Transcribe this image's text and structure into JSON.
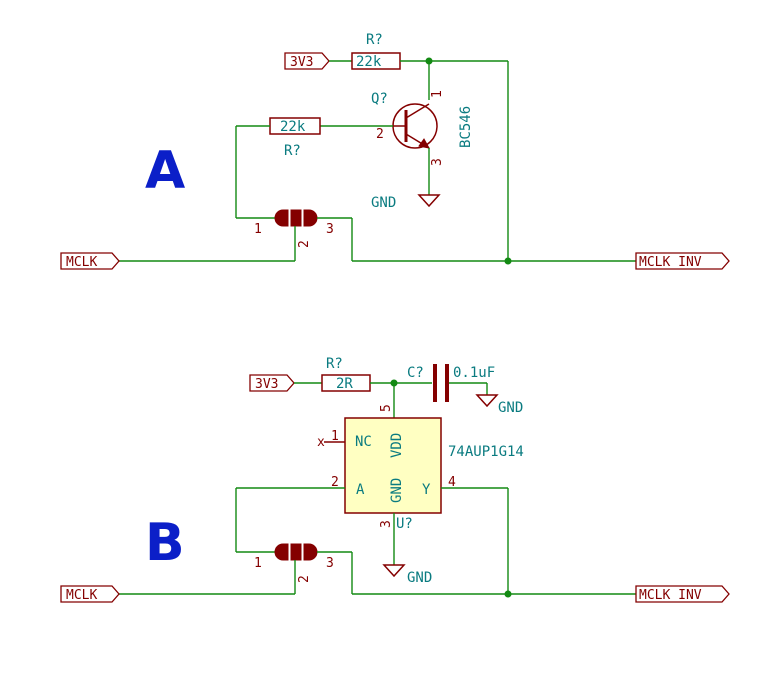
{
  "sections": {
    "a_label": "A",
    "b_label": "B"
  },
  "circuit_a": {
    "power_port": "3V3",
    "r_top_ref": "R?",
    "r_top_value": "22k",
    "r_base_ref": "R?",
    "r_base_value": "22k",
    "transistor_ref": "Q?",
    "transistor_value": "BC546",
    "transistor_pin_1": "1",
    "transistor_pin_2": "2",
    "transistor_pin_3": "3",
    "gnd_label": "GND",
    "jumper_pin_1": "1",
    "jumper_pin_2": "2",
    "jumper_pin_3": "3",
    "input_port": "MCLK",
    "output_port": "MCLK_INV"
  },
  "circuit_b": {
    "power_port": "3V3",
    "r_ref": "R?",
    "r_value": "2R",
    "cap_ref": "C?",
    "cap_value": "0.1uF",
    "cap_gnd": "GND",
    "ic_ref": "U?",
    "ic_value": "74AUP1G14",
    "ic_pin_nc_name": "NC",
    "ic_pin_vdd_name": "VDD",
    "ic_pin_a_name": "A",
    "ic_pin_gnd_name": "GND",
    "ic_pin_y_name": "Y",
    "ic_pin_1": "1",
    "ic_pin_2": "2",
    "ic_pin_3": "3",
    "ic_pin_4": "4",
    "ic_pin_5": "5",
    "nc_mark": "x",
    "ic_gnd": "GND",
    "jumper_pin_1": "1",
    "jumper_pin_2": "2",
    "jumper_pin_3": "3",
    "input_port": "MCLK",
    "output_port": "MCLK_INV"
  },
  "colors": {
    "wire": "#138a13",
    "component": "#840000",
    "label": "#0a7b80",
    "section_letter": "#0b1fc8",
    "ic_fill": "#ffffc2"
  }
}
